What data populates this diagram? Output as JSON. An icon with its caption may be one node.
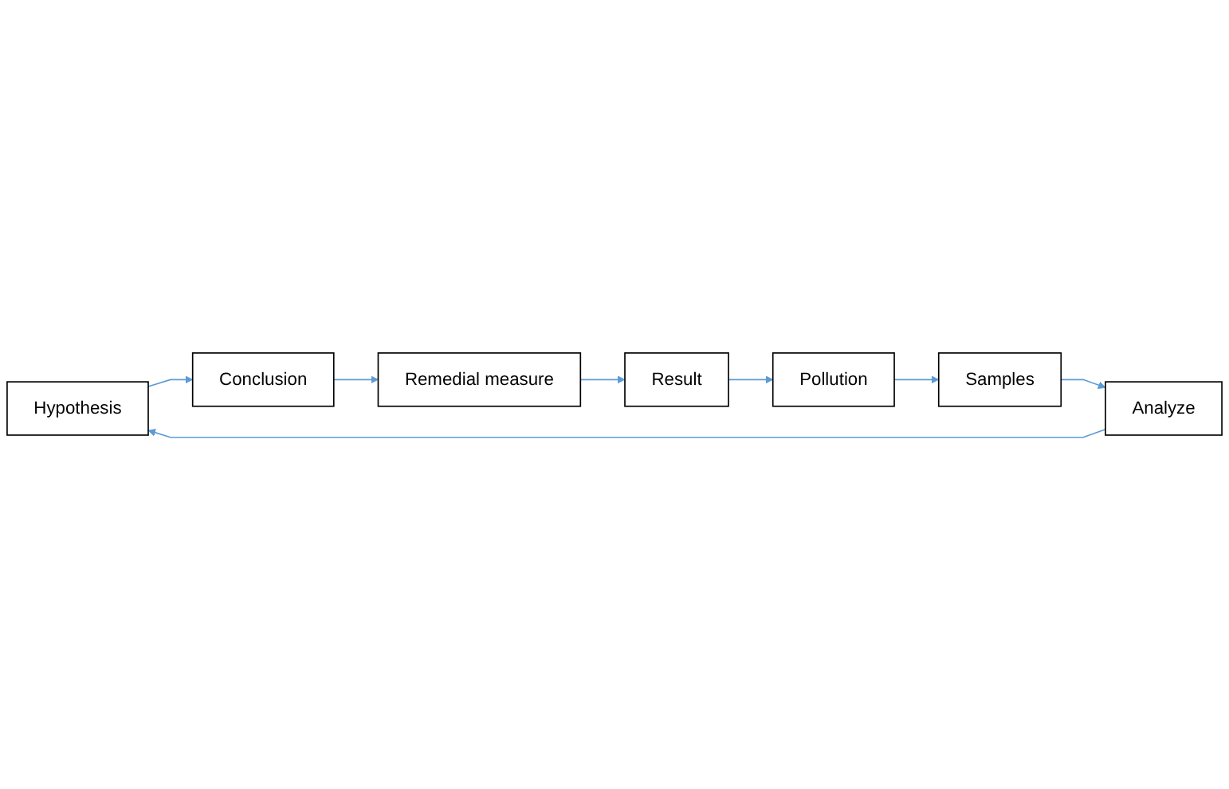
{
  "diagram": {
    "nodes": [
      {
        "text": [
          "Hypothesis"
        ]
      },
      {
        "text": [
          "Conclusion"
        ]
      },
      {
        "text": [
          "Remedial measure"
        ]
      },
      {
        "text": [
          "Result"
        ]
      },
      {
        "text": [
          "Pollution"
        ]
      },
      {
        "text": [
          "Samples"
        ]
      },
      {
        "text": [
          "Analyze"
        ]
      }
    ],
    "edges": [
      {
        "from": 0,
        "to": 1,
        "arrow": "to"
      },
      {
        "from": 1,
        "to": 2,
        "arrow": "to"
      },
      {
        "from": 2,
        "to": 3,
        "arrow": "to"
      },
      {
        "from": 3,
        "to": 4,
        "arrow": "to"
      },
      {
        "from": 4,
        "to": 5,
        "arrow": "to"
      },
      {
        "from": 5,
        "to": 6,
        "arrow": "to"
      },
      {
        "from": 6,
        "to": 0,
        "arrow": "to"
      }
    ]
  }
}
